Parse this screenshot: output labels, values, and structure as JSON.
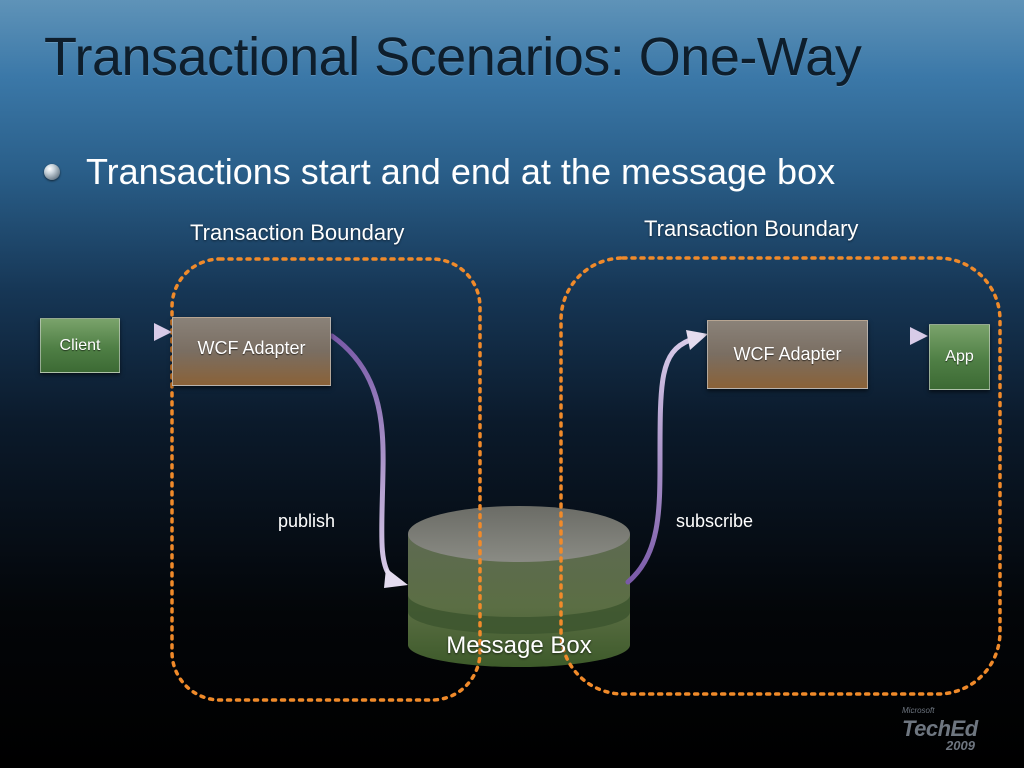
{
  "slide": {
    "title": "Transactional Scenarios: One-Way",
    "bullet": "Transactions start and end at the message box"
  },
  "diagram": {
    "boundaries": [
      {
        "label": "Transaction Boundary"
      },
      {
        "label": "Transaction Boundary"
      }
    ],
    "nodes": {
      "client": "Client",
      "wcf_adapter_left": "WCF Adapter",
      "wcf_adapter_right": "WCF Adapter",
      "app": "App",
      "message_box": "Message Box"
    },
    "flows": {
      "publish": "publish",
      "subscribe": "subscribe"
    }
  },
  "colors": {
    "boundary": "#f08a2a",
    "node_green": "#4f7f45",
    "node_brown": "#7a6e62",
    "arrow": "#9a7fc4",
    "cylinder": "#5d6a4c"
  },
  "logo": {
    "top": "Microsoft",
    "main": "TechEd",
    "year": "2009"
  }
}
